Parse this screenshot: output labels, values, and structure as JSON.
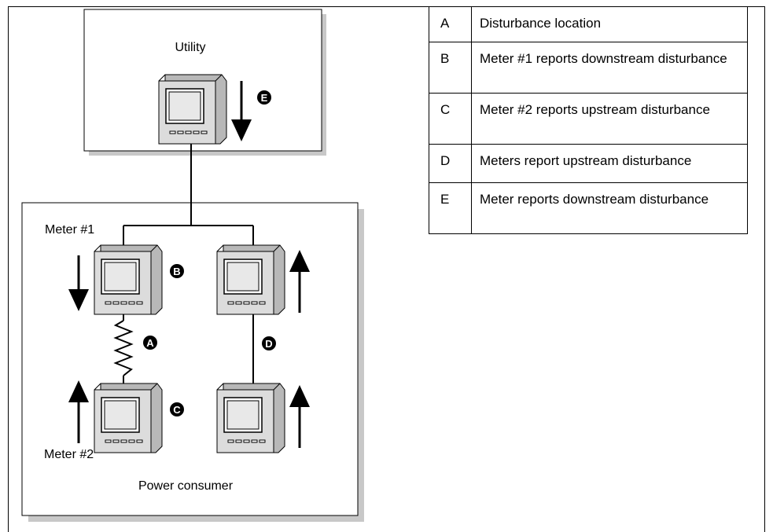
{
  "diagram": {
    "utility_label": "Utility",
    "consumer_label": "Power consumer",
    "meter1_label": "Meter #1",
    "meter2_label": "Meter #2",
    "callouts": [
      "A",
      "B",
      "C",
      "D",
      "E"
    ]
  },
  "legend": [
    {
      "key": "A",
      "text": "Disturbance location"
    },
    {
      "key": "B",
      "text": "Meter #1 reports downstream disturbance"
    },
    {
      "key": "C",
      "text": "Meter #2 reports upstream disturbance"
    },
    {
      "key": "D",
      "text": "Meters report upstream disturbance"
    },
    {
      "key": "E",
      "text": "Meter reports downstream disturbance"
    }
  ]
}
